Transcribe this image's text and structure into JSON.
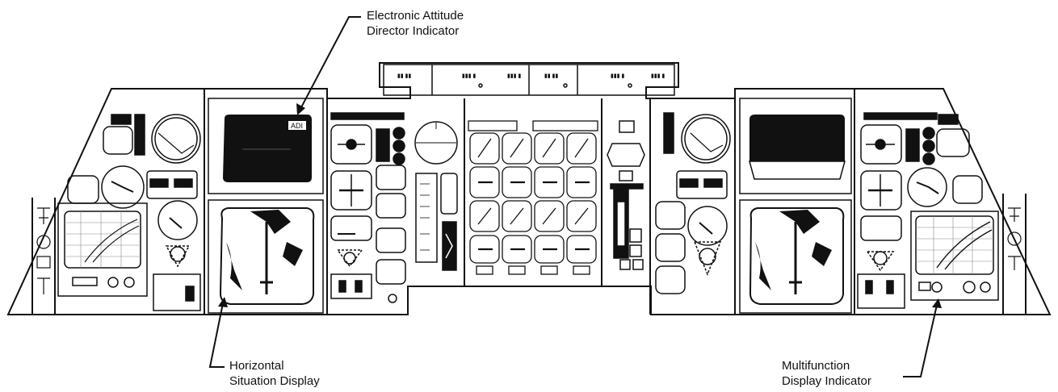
{
  "figure": {
    "callouts": {
      "eadi": {
        "line1": "Electronic Attitude",
        "line2": "Director Indicator"
      },
      "hsd": {
        "line1": "Horizontal",
        "line2": "Situation Display"
      },
      "mfdi": {
        "line1": "Multifunction",
        "line2": "Display Indicator"
      }
    },
    "badge": "ADI"
  }
}
